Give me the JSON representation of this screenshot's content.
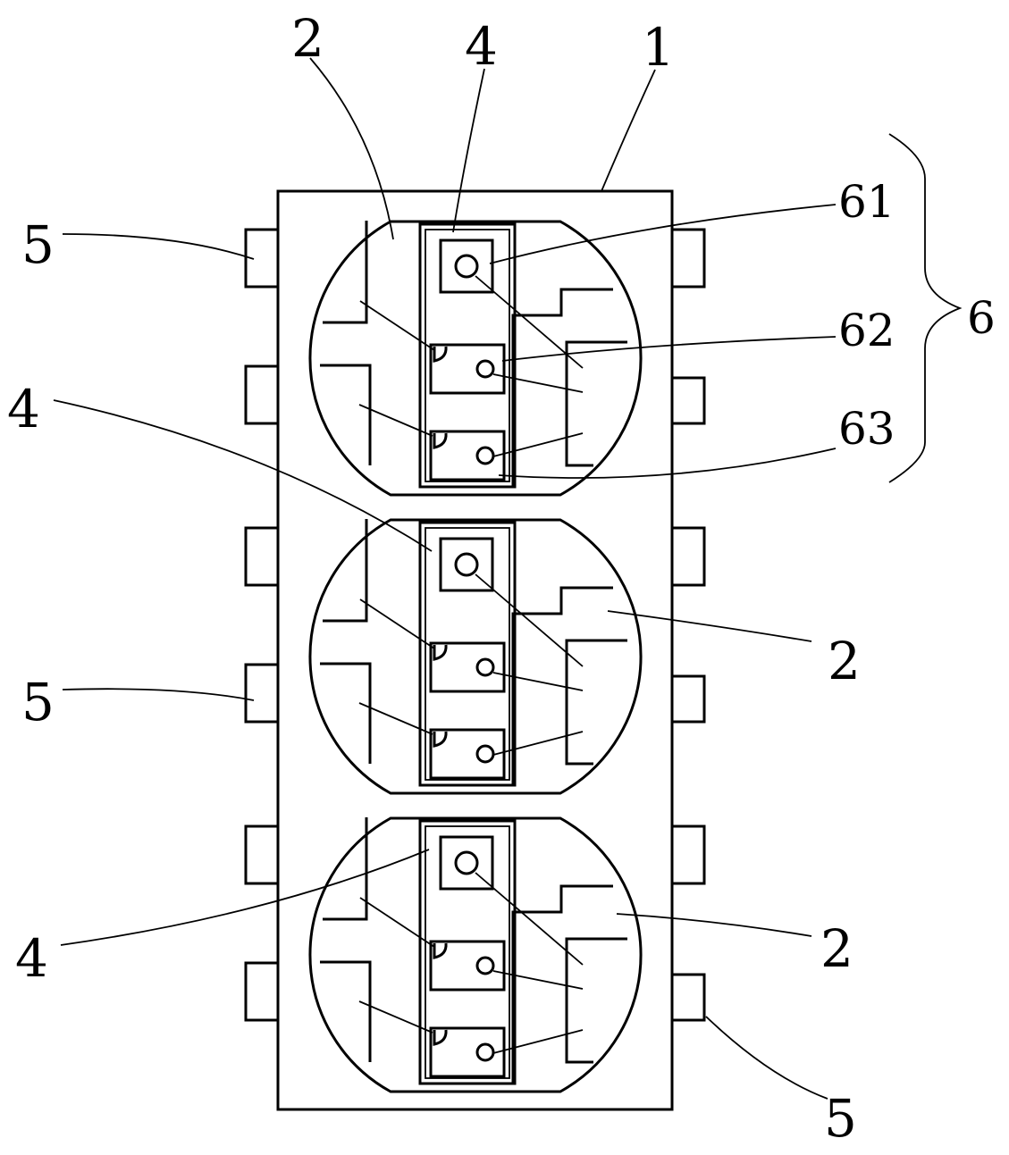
{
  "labels": {
    "board": "1",
    "cup_top": "2",
    "cup_mid": "2",
    "cup_bot": "2",
    "frame_top": "4",
    "frame_mid": "4",
    "frame_bot": "4",
    "pin_top_left": "5",
    "pin_mid_left": "5",
    "pin_bot_right": "5",
    "chip_group": "6",
    "chip_1": "61",
    "chip_2": "62",
    "chip_3": "63"
  }
}
